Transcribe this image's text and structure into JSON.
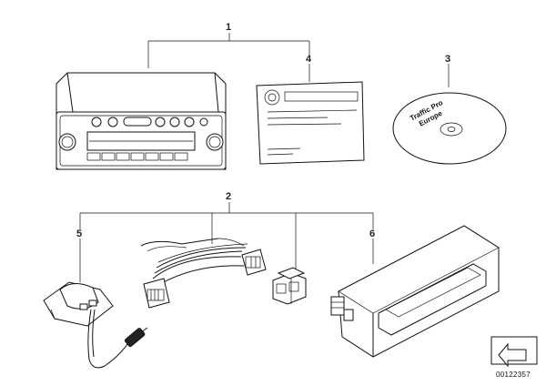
{
  "callouts": {
    "c1": "1",
    "c2": "2",
    "c3": "3",
    "c4": "4",
    "c5": "5",
    "c6": "6"
  },
  "cd_label": {
    "line1": "Traffic Pro",
    "line2": "Europe"
  },
  "document_id": "00122357",
  "icons": {
    "radio": "radio-unit-icon",
    "manual": "manual-document-icon",
    "disc": "cd-disc-icon",
    "antenna": "antenna-module-icon",
    "harness": "wiring-harness-icon",
    "connector": "connector-block-icon",
    "bracket": "mounting-bracket-icon",
    "corner": "arrow-corner-icon"
  }
}
